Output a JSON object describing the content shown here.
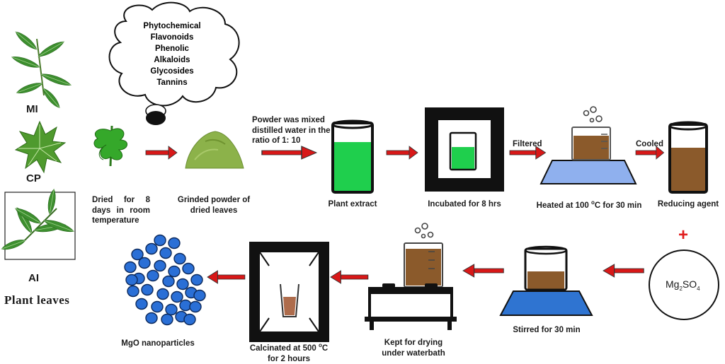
{
  "plant_labels": {
    "mi": "MI",
    "cp": "CP",
    "ai": "AI",
    "group": "Plant leaves"
  },
  "phytochemicals": [
    "Phytochemical",
    "Flavonoids",
    "Phenolic",
    "Alkaloids",
    "Glycosides",
    "Tannins"
  ],
  "steps": {
    "dried": "Dried for 8 days in room temperature",
    "powder": "Grinded powder of dried leaves",
    "mixed": "Powder was mixed distilled water in the ratio of 1: 10",
    "plant_extract": "Plant extract",
    "incubated": "Incubated for 8 hrs",
    "filtered": "Filtered",
    "heated_prefix": "Heated at 100 ",
    "heated_unit": "o",
    "heated_suffix": "C for 30 min",
    "cooled": "Cooled",
    "reducing_agent": "Reducing agent",
    "plus": "+",
    "salt_main": "Mg",
    "salt_sub1": "2",
    "salt_mid": "SO",
    "salt_sub2": "4",
    "stirred": "Stirred for 30 min",
    "kept_line1": "Kept for drying",
    "kept_line2": "under waterbath",
    "calcinated_prefix": "Calcinated at 500 ",
    "calcinated_unit": "o",
    "calcinated_suffix": "C",
    "calcinated_line2": "for 2 hours",
    "mgo": "MgO nanoparticles"
  },
  "colors": {
    "arrow": "#d81818",
    "green_liquid": "#1fcf4d",
    "brown_liquid": "#8b5a2b",
    "hotplate": "#8fb0ee",
    "nanoparticle": "#2a6fd6",
    "leaf": "#3d8f2f"
  }
}
